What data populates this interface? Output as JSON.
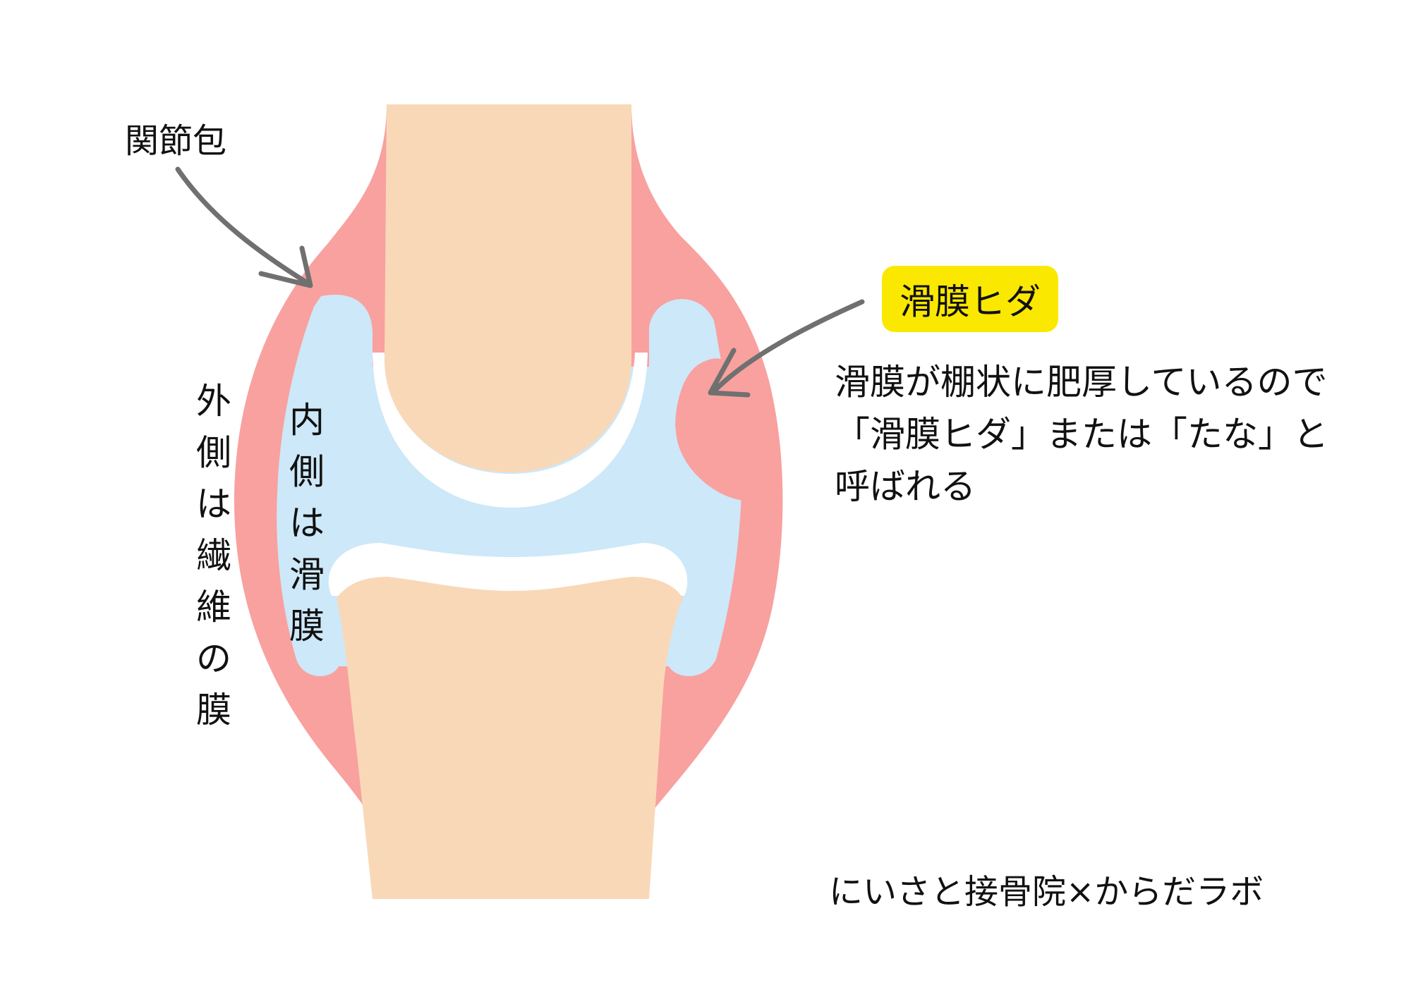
{
  "labels": {
    "joint_capsule": "関節包",
    "outer_membrane": "外側は繊維の膜",
    "inner_membrane": "内側は滑膜",
    "plica_badge": "滑膜ヒダ",
    "description_lines": [
      "滑膜が棚状に肥厚しているので",
      "「滑膜ヒダ」または「たな」と",
      "呼ばれる"
    ],
    "credit": "にいさと接骨院×からだラボ"
  },
  "colors": {
    "capsule": "#f8a19f",
    "synovial": "#cde8f8",
    "bone": "#f9d8b8",
    "arrow": "#707070",
    "badge": "#fbe800",
    "text": "#111111"
  }
}
